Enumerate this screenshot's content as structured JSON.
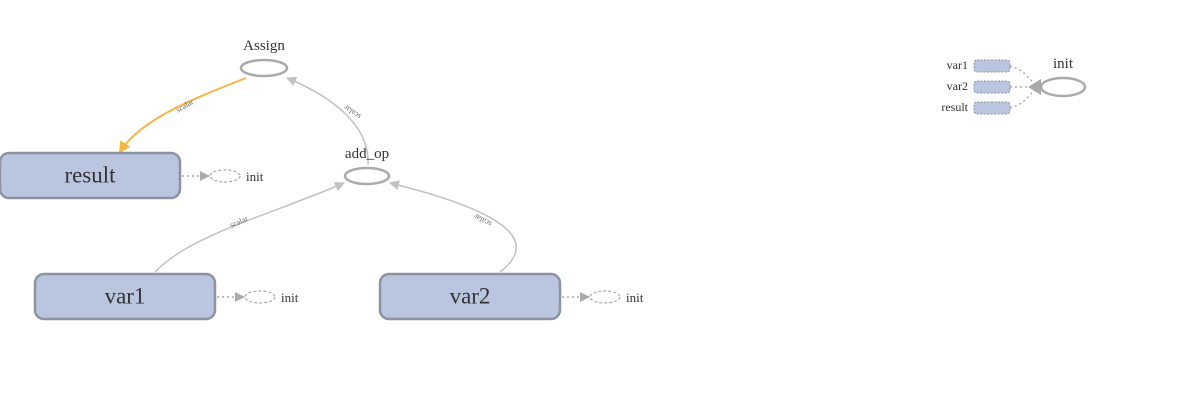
{
  "diagram": {
    "nodes": {
      "assign": {
        "label": "Assign"
      },
      "add_op": {
        "label": "add_op"
      },
      "result": {
        "label": "result"
      },
      "var1": {
        "label": "var1"
      },
      "var2": {
        "label": "var2"
      }
    },
    "init_label": "init",
    "edge_labels": {
      "assign_to_result": "scalar",
      "add_op_to_assign": "scalar",
      "var1_to_add_op": "scalar",
      "var2_to_add_op": "scalar"
    },
    "init_group": {
      "title": "init",
      "inputs": [
        "var1",
        "var2",
        "result"
      ]
    },
    "colors": {
      "variable_fill": "#bac5df",
      "variable_stroke": "#8c93a1",
      "reference_edge": "#f5b547",
      "data_edge": "#c2c2c2"
    }
  }
}
